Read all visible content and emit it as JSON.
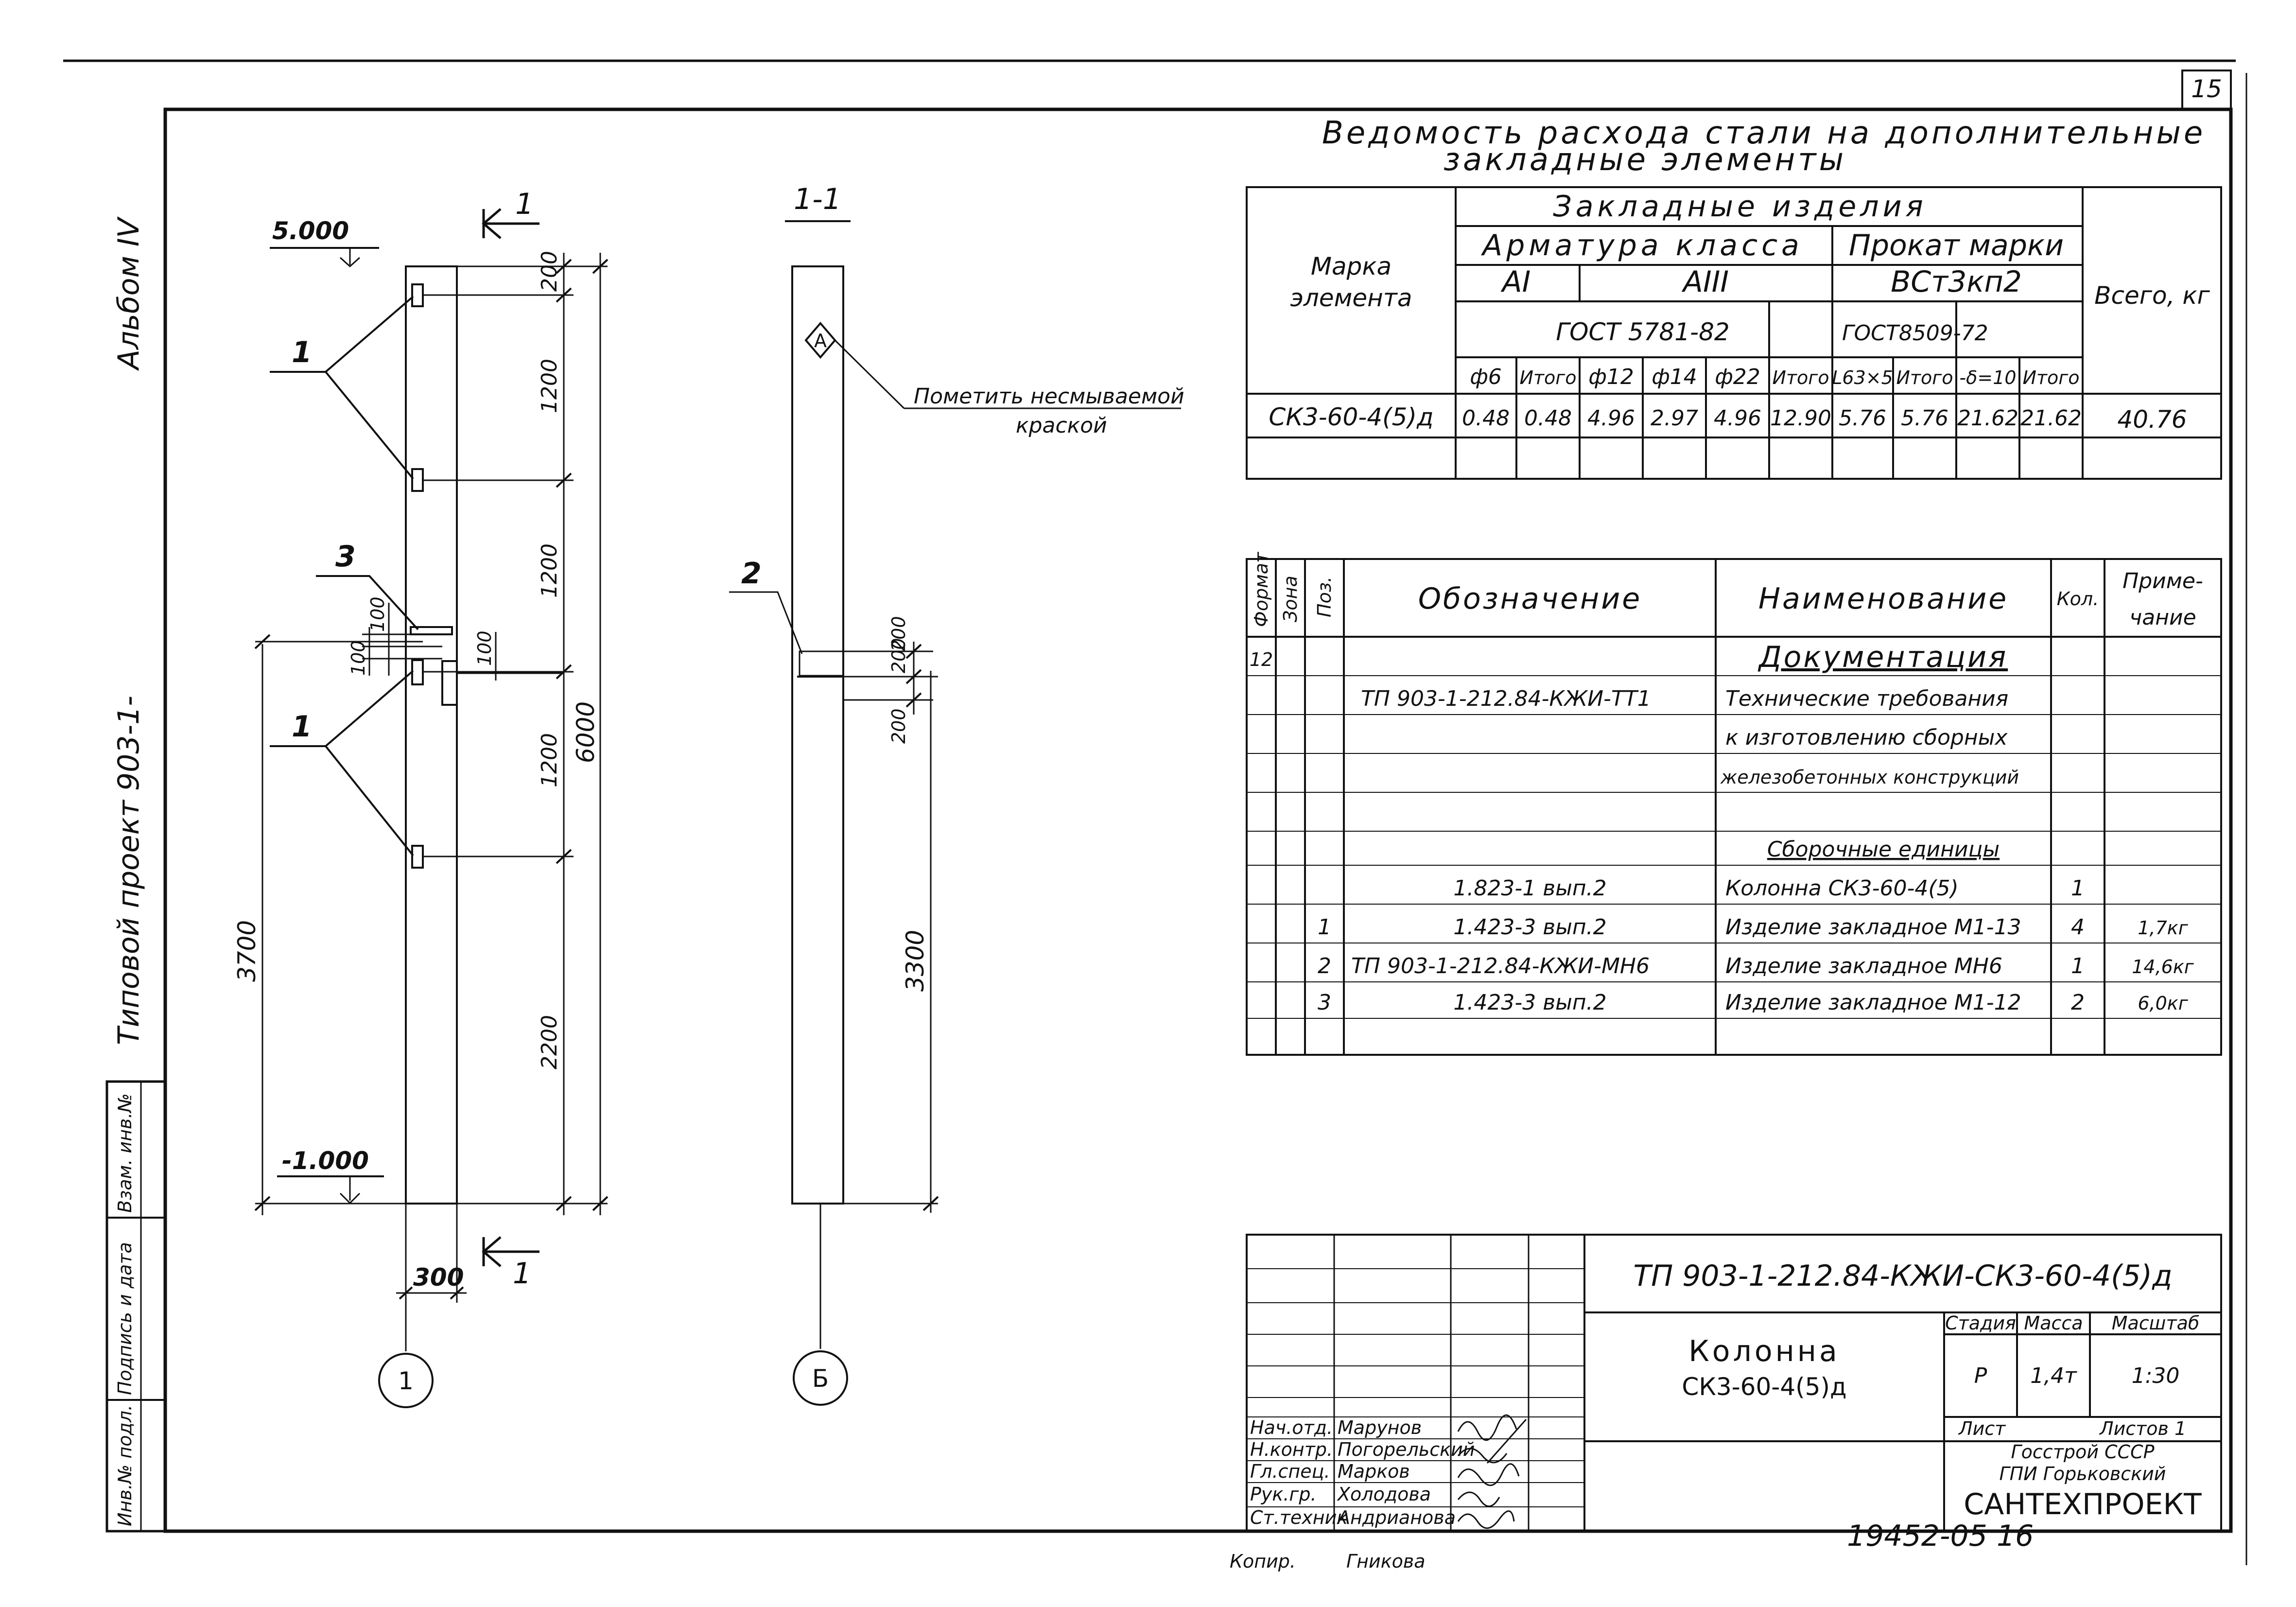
{
  "sheet_number": "15",
  "side": {
    "album": "Альбом IV",
    "project": "Типовой проект 903-1-",
    "stamp_cols": [
      "Инв.№ подл.",
      "Подпись и дата",
      "Взам. инв.№"
    ]
  },
  "drawing": {
    "elev_top": "5.000",
    "elev_bottom": "-1.000",
    "section_mark": "1",
    "section_title": "1-1",
    "width_dim": "300",
    "dims_right": [
      "200",
      "1200",
      "1200",
      "1200",
      "2200"
    ],
    "total_dim": "6000",
    "dim_3700": "3700",
    "dim_3300": "3300",
    "dim_100_a": "100",
    "dim_100_b": "100",
    "dim_100_c": "100",
    "dim_200_a": "200",
    "dim_200_b": "200",
    "dim_200_c": "200",
    "leader_1": "1",
    "leader_3": "3",
    "leader_2": "2",
    "mark_A": "А",
    "note_line1": "Пометить несмываемой",
    "note_line2": "краской",
    "axis_left": "1",
    "axis_right": "Б"
  },
  "steel": {
    "title1": "Ведомость расхода стали на дополнительные",
    "title2": "закладные элементы",
    "col_mark": [
      "Марка",
      "элемента"
    ],
    "hdr_items": "Закладные изделия",
    "hdr_rebar": "Арматура класса",
    "hdr_rolled": "Прокат марки",
    "hdr_total": "Всего, кг",
    "cls_A1": "АI",
    "cls_A3": "АIII",
    "rolled_mark": "ВСт3кп2",
    "gost_rebar": "ГОСТ 5781-82",
    "gost_rolled": "ГОСТ8509-72",
    "sub_cols": [
      "ф6",
      "Итого",
      "ф12",
      "ф14",
      "ф22",
      "Итого",
      "L63×5",
      "Итого",
      "-δ=10",
      "Итого"
    ],
    "row_mark": "СК3-60-4(5)д",
    "row_values": [
      "0.48",
      "0.48",
      "4.96",
      "2.97",
      "4.96",
      "12.90",
      "5.76",
      "5.76",
      "21.62",
      "21.62"
    ],
    "row_total": "40.76"
  },
  "spec": {
    "headers": [
      "Формат",
      "Зона",
      "Поз.",
      "Обозначение",
      "Наименование",
      "Кол.",
      "Приме-",
      "чание"
    ],
    "rows": [
      {
        "fmt": "12",
        "pos": "",
        "code": "",
        "name": "Документация",
        "qty": "",
        "note": ""
      },
      {
        "fmt": "",
        "pos": "",
        "code": "ТП 903-1-212.84-КЖИ-ТТ1",
        "name": "Технические требования",
        "qty": "",
        "note": ""
      },
      {
        "fmt": "",
        "pos": "",
        "code": "",
        "name": "к изготовлению сборных",
        "qty": "",
        "note": ""
      },
      {
        "fmt": "",
        "pos": "",
        "code": "",
        "name": "железобетонных конструкций",
        "qty": "",
        "note": ""
      },
      {
        "fmt": "",
        "pos": "",
        "code": "",
        "name": "",
        "qty": "",
        "note": ""
      },
      {
        "fmt": "",
        "pos": "",
        "code": "",
        "name": "Сборочные единицы",
        "qty": "",
        "note": ""
      },
      {
        "fmt": "",
        "pos": "",
        "code": "1.823-1 вып.2",
        "name": "Колонна СК3-60-4(5)",
        "qty": "1",
        "note": ""
      },
      {
        "fmt": "",
        "pos": "1",
        "code": "1.423-3 вып.2",
        "name": "Изделие закладное М1-13",
        "qty": "4",
        "note": "1,7кг"
      },
      {
        "fmt": "",
        "pos": "2",
        "code": "ТП 903-1-212.84-КЖИ-МН6",
        "name": "Изделие закладное МН6",
        "qty": "1",
        "note": "14,6кг"
      },
      {
        "fmt": "",
        "pos": "3",
        "code": "1.423-3 вып.2",
        "name": "Изделие закладное М1-12",
        "qty": "2",
        "note": "6,0кг"
      }
    ]
  },
  "title_block": {
    "doc_code": "ТП 903-1-212.84-КЖИ-СК3-60-4(5)д",
    "name_line1": "Колонна",
    "name_line2": "СК3-60-4(5)д",
    "hdr_stage": "Стадия",
    "hdr_mass": "Масса",
    "hdr_scale": "Масштаб",
    "stage": "Р",
    "mass": "1,4т",
    "scale": "1:30",
    "sheet_label": "Лист",
    "sheets_label": "Листов 1",
    "org1": "Госстрой СССР",
    "org2": "ГПИ Горьковский",
    "org3": "САНТЕХПРОЕКТ",
    "people": [
      {
        "role": "Нач.отд.",
        "name": "Марунов"
      },
      {
        "role": "Н.контр.",
        "name": "Погорельский"
      },
      {
        "role": "Гл.спец.",
        "name": "Марков"
      },
      {
        "role": "Рук.гр.",
        "name": "Холодова"
      },
      {
        "role": "Ст.техник",
        "name": "Андрианова"
      }
    ]
  },
  "footer": {
    "copied": "Копир.",
    "copier": "Гникова",
    "number": "19452-05 16"
  }
}
